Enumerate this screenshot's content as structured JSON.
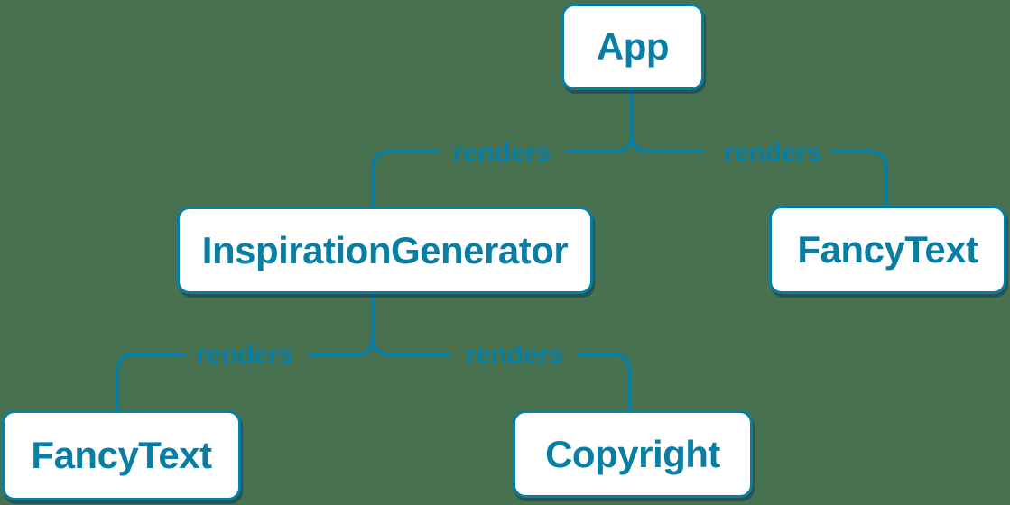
{
  "colors": {
    "background": "#48714F",
    "accent": "#087EA4",
    "node_fill": "#FFFFFF",
    "node_shadow": "rgba(7, 62, 84, 0.55)"
  },
  "diagram": {
    "type": "component-render-tree"
  },
  "nodes": [
    {
      "id": "app",
      "label": "App"
    },
    {
      "id": "inspiration-generator",
      "label": "InspirationGenerator"
    },
    {
      "id": "fancy-text-top",
      "label": "FancyText"
    },
    {
      "id": "fancy-text-bottom",
      "label": "FancyText"
    },
    {
      "id": "copyright",
      "label": "Copyright"
    }
  ],
  "edges": [
    {
      "from": "App",
      "to": "InspirationGenerator",
      "label": "renders"
    },
    {
      "from": "App",
      "to": "FancyText",
      "label": "renders"
    },
    {
      "from": "InspirationGenerator",
      "to": "FancyText",
      "label": "renders"
    },
    {
      "from": "InspirationGenerator",
      "to": "Copyright",
      "label": "renders"
    }
  ]
}
